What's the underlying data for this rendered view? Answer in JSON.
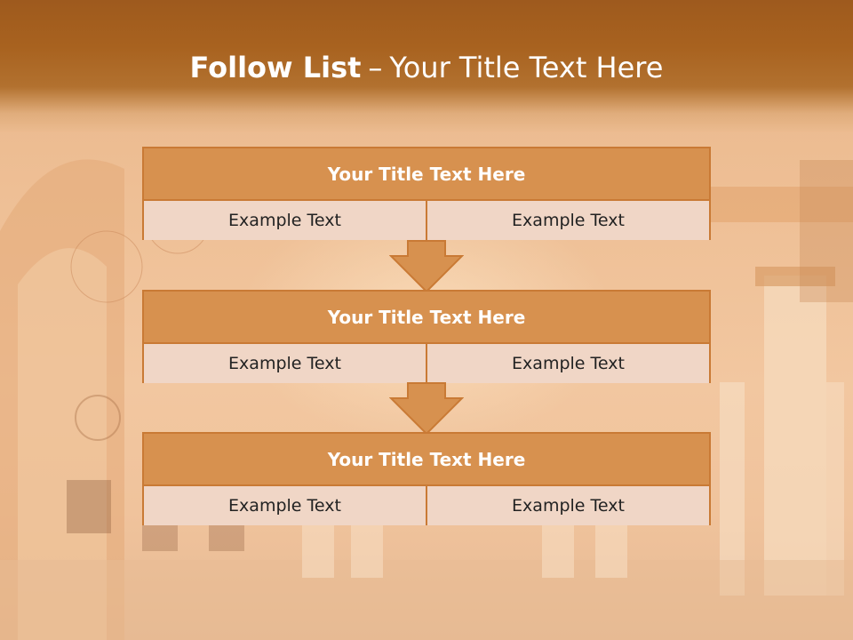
{
  "slide": {
    "title_bold": "Follow List",
    "title_dash": "–",
    "title_rest": "Your Title Text Here"
  },
  "cards": [
    {
      "title": "Your Title Text Here",
      "left_text": "Example Text",
      "right_text": "Example Text"
    },
    {
      "title": "Your Title Text Here",
      "left_text": "Example Text",
      "right_text": "Example Text"
    },
    {
      "title": "Your Title Text Here",
      "left_text": "Example Text",
      "right_text": "Example Text"
    }
  ],
  "colors": {
    "header": "#a8621f",
    "card_title_fill": "#d7914f",
    "card_cell_fill": "#f0d6c6",
    "border": "#c97a35"
  }
}
